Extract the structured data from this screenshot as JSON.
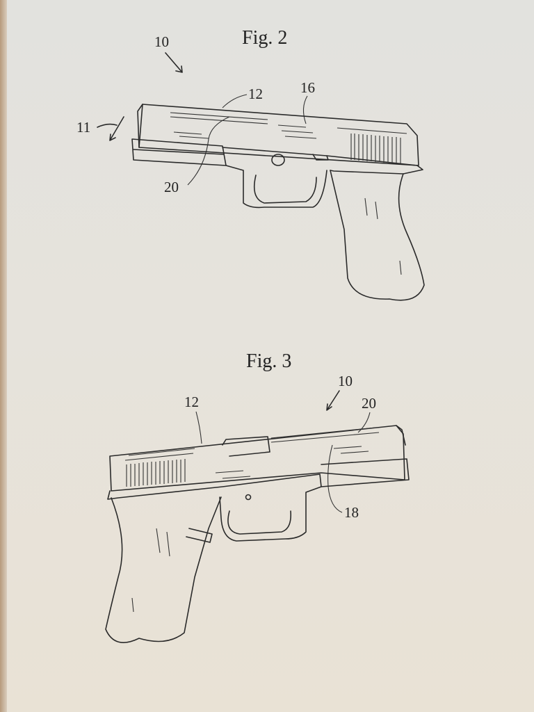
{
  "figures": [
    {
      "title": "Fig. 2",
      "labels": {
        "assembly": "10",
        "direction": "11",
        "slide": "12",
        "part16": "16",
        "part20": "20"
      }
    },
    {
      "title": "Fig. 3",
      "labels": {
        "assembly": "10",
        "slide": "12",
        "part20": "20",
        "part18": "18"
      }
    }
  ]
}
